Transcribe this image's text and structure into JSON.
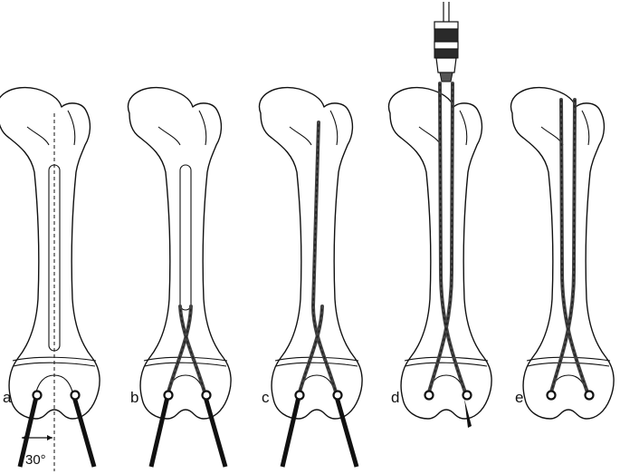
{
  "panels": [
    {
      "label": "a"
    },
    {
      "label": "b"
    },
    {
      "label": "c"
    },
    {
      "label": "d"
    },
    {
      "label": "e"
    }
  ],
  "angle_annotation": "30°",
  "colors": {
    "line": "#111111",
    "wire": "#444444",
    "background": "#ffffff"
  },
  "icons": {
    "drill": "drill-chuck-icon"
  }
}
